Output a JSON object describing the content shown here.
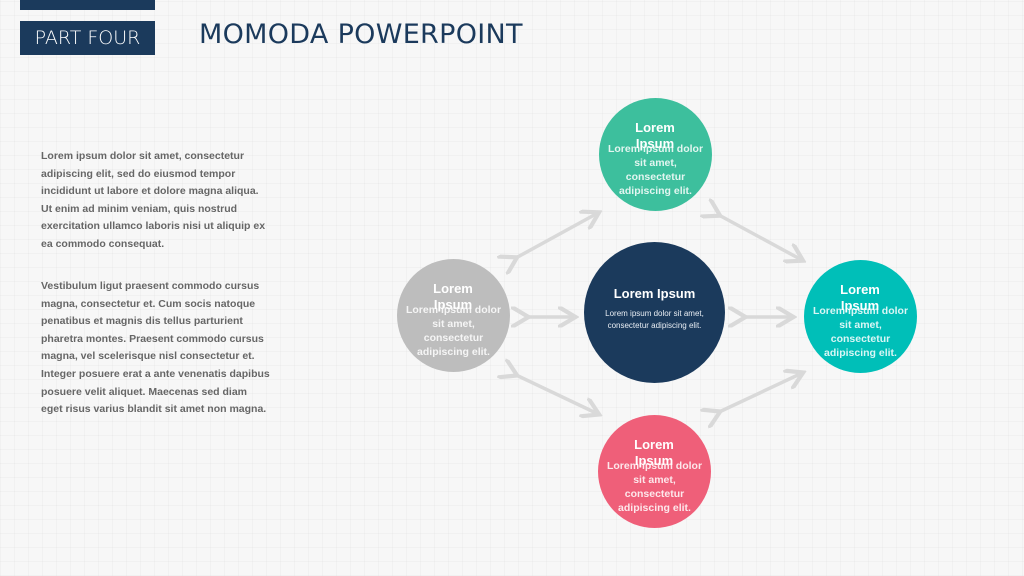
{
  "header": {
    "part_label": "PART FOUR",
    "title": "MOMODA POWERPOINT"
  },
  "body_text": {
    "paragraph_1": "Lorem ipsum dolor sit amet, consectetur adipiscing elit, sed do eiusmod tempor incididunt ut labore et dolore magna aliqua. Ut enim ad minim veniam, quis nostrud exercitation ullamco laboris nisi ut aliquip ex ea commodo consequat.",
    "paragraph_2": "Vestibulum ligut praesent commodo cursus magna, consectetur et. Cum socis natoque penatibus et magnis dis tellus parturient pharetra montes. Praesent commodo cursus magna, vel scelerisque nisl consectetur et. Integer posuere erat a ante venenatis dapibus posuere velit aliquet. Maecenas sed diam eget risus varius blandit sit amet non magna."
  },
  "diagram": {
    "center": {
      "title": "Lorem Ipsum",
      "text": "Lorem ipsum dolor sit amet, consectetur adipiscing elit.",
      "color": "#1b3a5c"
    },
    "top": {
      "title": "Lorem Ipsum",
      "text": "Lorem ipsum dolor sit amet, consectetur adipiscing elit.",
      "color": "#3dbf9d"
    },
    "left": {
      "title": "Lorem Ipsum",
      "text": "Lorem ipsum dolor sit amet, consectetur adipiscing elit.",
      "color": "#bdbdbd"
    },
    "right": {
      "title": "Lorem Ipsum",
      "text": "Lorem ipsum dolor sit amet, consectetur adipiscing elit.",
      "color": "#00bfb8"
    },
    "bottom": {
      "title": "Lorem Ipsum",
      "text": "Lorem ipsum dolor sit amet, consectetur adipiscing elit.",
      "color": "#ef5f79"
    },
    "arrow_color": "#d9d9d9"
  }
}
